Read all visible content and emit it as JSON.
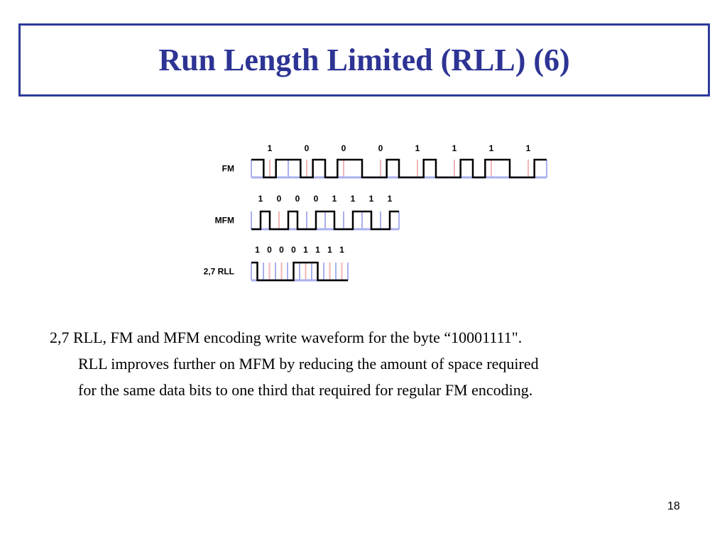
{
  "slide": {
    "title": "Run Length Limited (RLL) (6)",
    "page_number": "18",
    "caption_lines": [
      "2,7 RLL, FM and MFM encoding write waveform for the byte “10001111\".",
      "RLL improves further on MFM by reducing the amount of space required",
      "for the same data bits to one third that required for regular FM encoding."
    ]
  },
  "diagram": {
    "byte_bits": [
      "1",
      "0",
      "0",
      "0",
      "1",
      "1",
      "1",
      "1"
    ],
    "rows": [
      {
        "label": "FM",
        "cells": 16,
        "waveform": [
          1,
          0,
          1,
          1,
          0,
          1,
          0,
          1,
          1,
          0,
          0,
          1,
          0,
          0,
          1,
          0,
          0,
          1,
          0,
          1,
          1,
          0,
          0,
          1
        ]
      },
      {
        "label": "MFM",
        "cells": 16,
        "waveform": [
          0,
          1,
          0,
          0,
          1,
          0,
          0,
          1,
          1,
          0,
          0,
          1,
          1,
          0,
          0,
          1
        ]
      },
      {
        "label": "2,7 RLL",
        "cells": 16,
        "waveform": [
          1,
          0,
          0,
          0,
          0,
          0,
          0,
          1,
          1,
          1,
          1,
          0,
          0,
          0,
          0,
          0
        ]
      }
    ],
    "colors": {
      "waveform": "#000000",
      "clock_line": "#aab0ee",
      "data_line": "#f2b6b6"
    }
  }
}
